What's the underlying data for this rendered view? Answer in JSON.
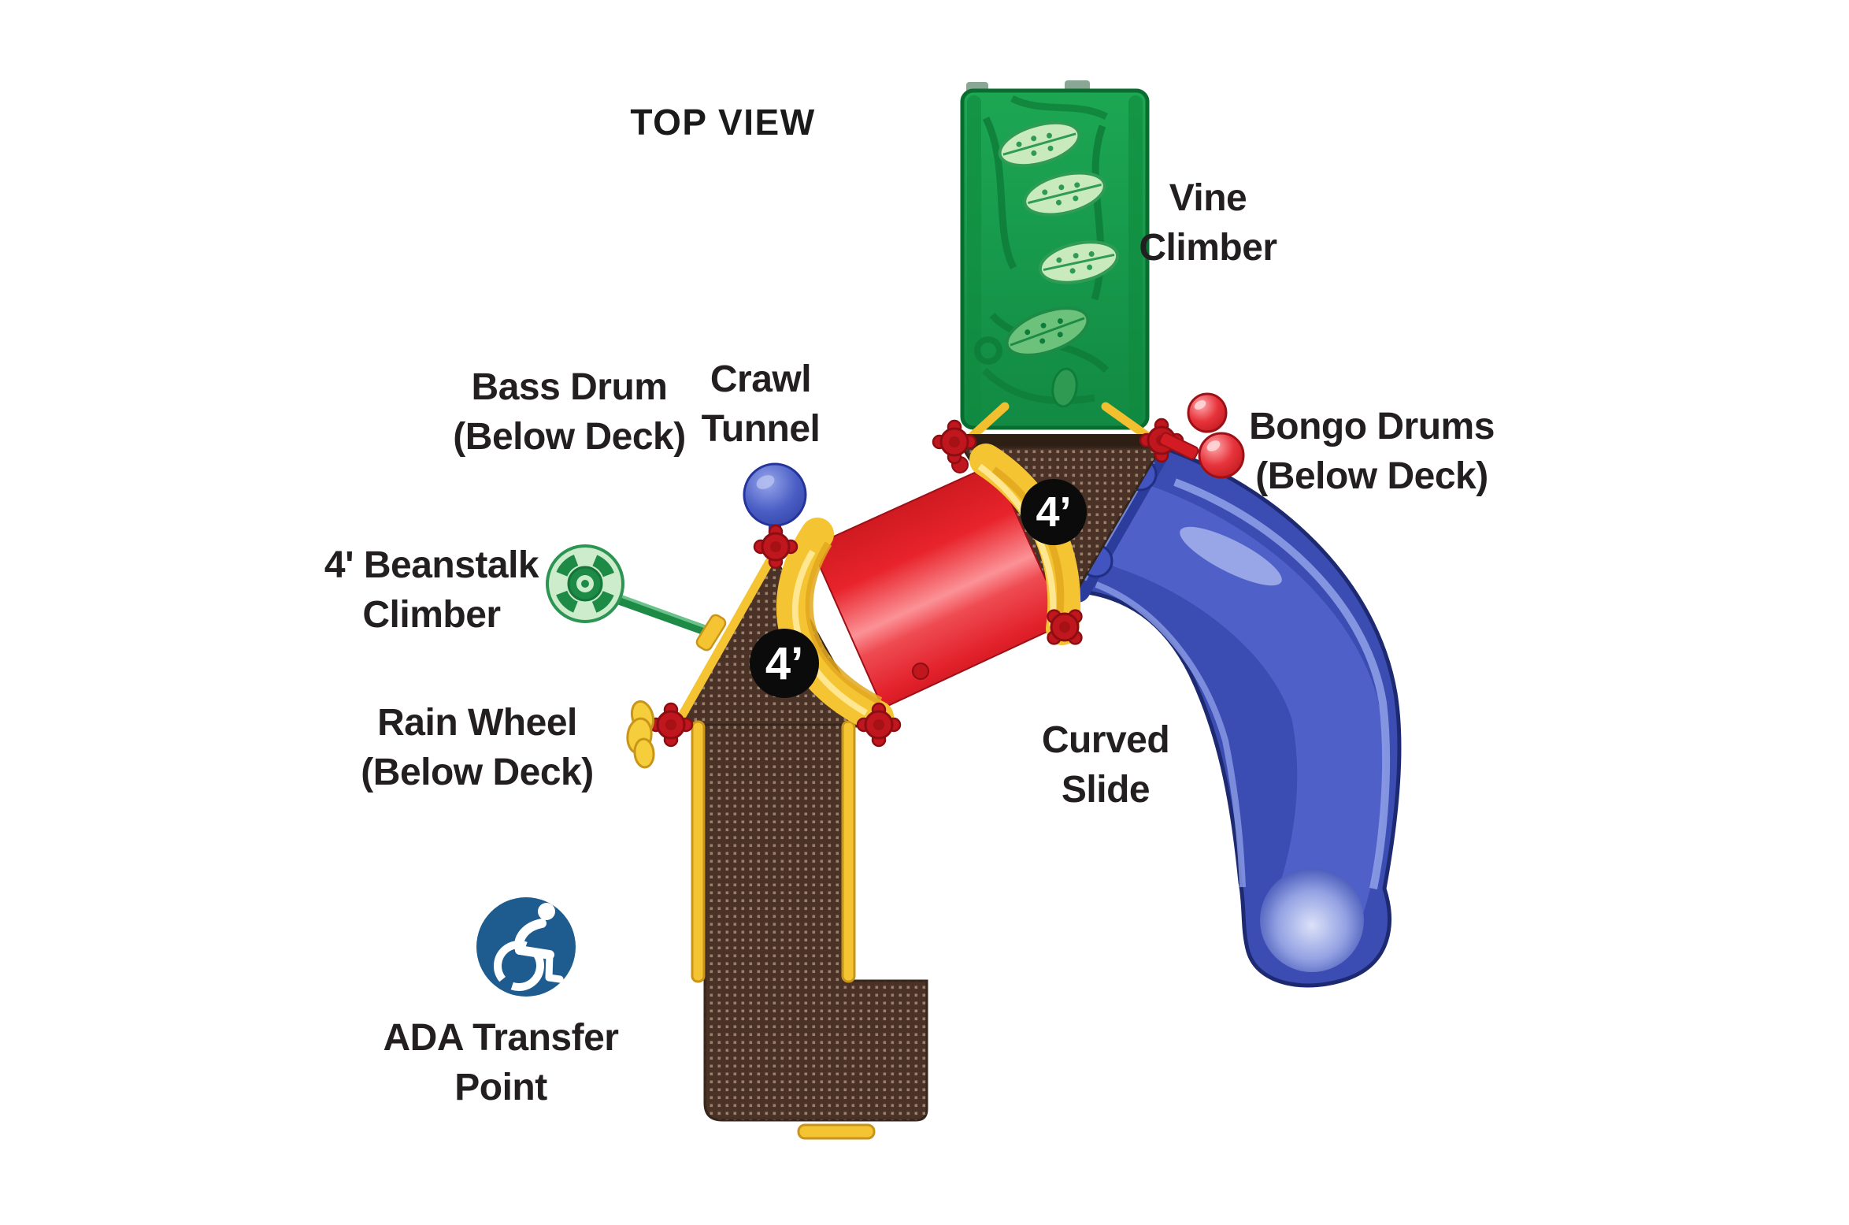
{
  "title": "TOP VIEW",
  "labels": {
    "vine_climber": {
      "lines": [
        "Vine",
        "Climber"
      ]
    },
    "crawl_tunnel": {
      "lines": [
        "Crawl",
        "Tunnel"
      ]
    },
    "bass_drum": {
      "lines": [
        "Bass Drum",
        "(Below Deck)"
      ]
    },
    "bongo_drums": {
      "lines": [
        "Bongo Drums",
        "(Below Deck)"
      ]
    },
    "beanstalk_climber": {
      "lines": [
        "4' Beanstalk",
        "Climber"
      ]
    },
    "rain_wheel": {
      "lines": [
        "Rain Wheel",
        "(Below Deck)"
      ]
    },
    "curved_slide": {
      "lines": [
        "Curved",
        "Slide"
      ]
    },
    "ada_transfer": {
      "lines": [
        "ADA Transfer",
        "Point"
      ]
    }
  },
  "deck_badges": {
    "left": "4’",
    "right": "4’"
  },
  "icons": {
    "ada": "ada-accessibility-icon"
  },
  "colors": {
    "background": "#ffffff",
    "text": "#231f20",
    "deck_brown": "#4a3227",
    "deck_dots": "#c3ab93",
    "rail_yellow": "#f4c433",
    "tunnel_red": "#e8232b",
    "slide_blue": "#3b4db2",
    "climber_green": "#1aa04e",
    "connector_red": "#c0161d",
    "bass_drum_blue": "#4a5ec5",
    "bongo_red": "#d21b23",
    "beanstalk_green": "#1d8a46",
    "ada_blue": "#1e5c90"
  }
}
